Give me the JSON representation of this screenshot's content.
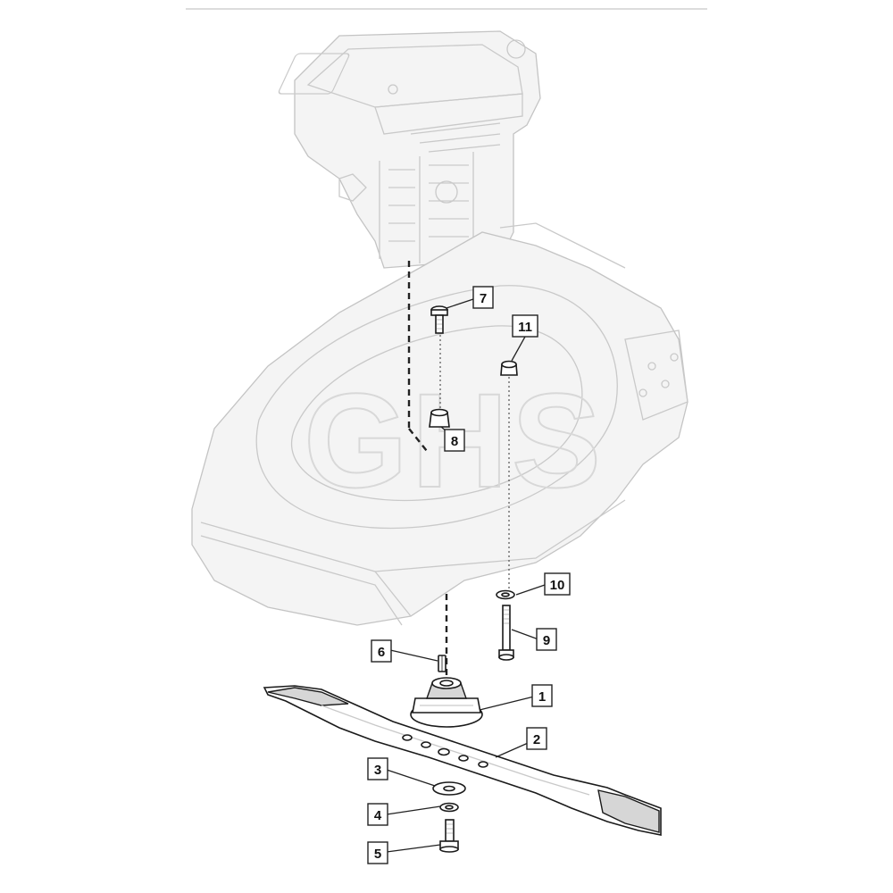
{
  "diagram": {
    "watermark_text": "GHS",
    "colors": {
      "line": "#1a1a1a",
      "faint": "#c9c9c9",
      "background": "#ffffff"
    },
    "callouts": [
      {
        "id": "1",
        "label": "1"
      },
      {
        "id": "2",
        "label": "2"
      },
      {
        "id": "3",
        "label": "3"
      },
      {
        "id": "4",
        "label": "4"
      },
      {
        "id": "5",
        "label": "5"
      },
      {
        "id": "6",
        "label": "6"
      },
      {
        "id": "7",
        "label": "7"
      },
      {
        "id": "8",
        "label": "8"
      },
      {
        "id": "9",
        "label": "9"
      },
      {
        "id": "10",
        "label": "10"
      },
      {
        "id": "11",
        "label": "11"
      }
    ]
  }
}
